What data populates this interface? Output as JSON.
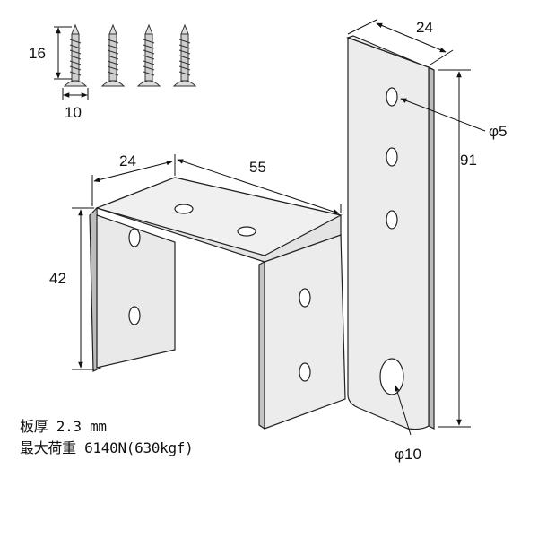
{
  "dimensions": {
    "screw_length": "16",
    "screw_head": "10",
    "plate_width": "24",
    "plate_length": "91",
    "small_hole": "φ5",
    "large_hole": "φ10",
    "bracket_depth": "24",
    "bracket_width": "55",
    "bracket_height": "42"
  },
  "notes": {
    "thickness": "板厚 2.3 mm",
    "max_load": "最大荷重 6140N(630kgf)"
  },
  "colors": {
    "metal": "#e9e9e9",
    "metal_shade": "#cfcfcf",
    "line": "#222222"
  }
}
